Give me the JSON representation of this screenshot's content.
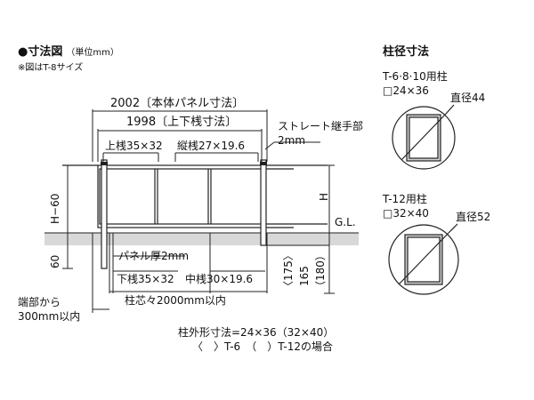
{
  "heading": {
    "title": "●寸法図",
    "unit": "（単位mm）",
    "note": "※図はT-8サイズ"
  },
  "dimensions": {
    "panel_body": "2002〔本体パネル寸法〕",
    "top_bottom_rail": "1998〔上下桟寸法〕",
    "straight_joint": "ストレート継手部",
    "straight_joint_value": "2mm",
    "top_rail": "上桟35×32",
    "vertical_rail": "縦桟27×19.6",
    "h_label": "H",
    "h_minus_60": "H−60",
    "gl": "G.L.",
    "depth_60": "60",
    "panel_thickness": "パネル厚2mm",
    "bottom_rail": "下桟35×32",
    "middle_rail": "中桟30×19.6",
    "post_pitch": "柱芯々2000mm以内",
    "embed_175": "〈175〉",
    "embed_165": "165",
    "embed_180": "（180）",
    "from_end_1": "端部から",
    "from_end_2": "300mm以内"
  },
  "post_outer": {
    "line1": "柱外形寸法=24×36（32×40）",
    "line2": "〈　〉T-6　（　）T-12の場合"
  },
  "post_diameter": {
    "title": "柱径寸法",
    "a_label": "T-6·8·10用柱",
    "a_size": "□24×36",
    "a_diameter": "直径44",
    "b_label": "T-12用柱",
    "b_size": "□32×40",
    "b_diameter": "直径52"
  }
}
